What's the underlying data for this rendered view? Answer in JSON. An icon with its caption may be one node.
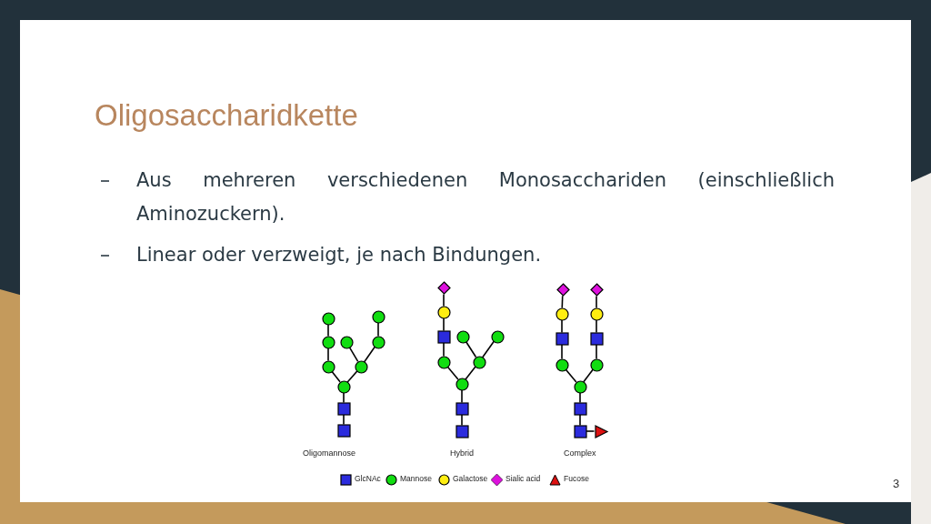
{
  "diagram": {
    "title": "Oligosaccharidkette",
    "nodes": [
      {
        "text": [],
        "shape": "box"
      },
      {
        "text": [],
        "shape": "box"
      },
      {
        "text": [],
        "shape": "circle"
      },
      {
        "text": [],
        "shape": "circle"
      },
      {
        "text": [],
        "shape": "circle"
      },
      {
        "text": [],
        "shape": "circle"
      },
      {
        "text": [],
        "shape": "circle"
      },
      {
        "text": [],
        "shape": "circle"
      },
      {
        "text": [],
        "shape": "circle"
      },
      {
        "text": [],
        "shape": "circle"
      },
      {
        "text": [],
        "shape": "box"
      },
      {
        "text": [],
        "shape": "box"
      },
      {
        "text": [],
        "shape": "circle"
      },
      {
        "text": [],
        "shape": "circle"
      },
      {
        "text": [],
        "shape": "box"
      },
      {
        "text": [],
        "shape": "circle"
      },
      {
        "text": [],
        "shape": "diamond"
      },
      {
        "text": [],
        "shape": "circle"
      },
      {
        "text": [],
        "shape": "circle"
      },
      {
        "text": [],
        "shape": "circle"
      },
      {
        "text": [],
        "shape": "box"
      },
      {
        "text": [],
        "shape": "triangle"
      },
      {
        "text": [],
        "shape": "box"
      },
      {
        "text": [],
        "shape": "circle"
      },
      {
        "text": [],
        "shape": "circle"
      },
      {
        "text": [],
        "shape": "box"
      },
      {
        "text": [],
        "shape": "circle"
      },
      {
        "text": [],
        "shape": "diamond"
      },
      {
        "text": [],
        "shape": "circle"
      },
      {
        "text": [],
        "shape": "box"
      },
      {
        "text": [],
        "shape": "circle"
      },
      {
        "text": [],
        "shape": "diamond"
      }
    ],
    "edges": [
      {
        "from": 0,
        "to": 1,
        "arrow": "none"
      },
      {
        "from": 1,
        "to": 2,
        "arrow": "none"
      },
      {
        "from": 2,
        "to": 3,
        "arrow": "none"
      },
      {
        "from": 3,
        "to": 4,
        "arrow": "none"
      },
      {
        "from": 4,
        "to": 5,
        "arrow": "none"
      },
      {
        "from": 2,
        "to": 6,
        "arrow": "none"
      },
      {
        "from": 6,
        "to": 7,
        "arrow": "none"
      },
      {
        "from": 6,
        "to": 8,
        "arrow": "none"
      },
      {
        "from": 8,
        "to": 9,
        "arrow": "none"
      },
      {
        "from": 10,
        "to": 11,
        "arrow": "none"
      },
      {
        "from": 11,
        "to": 12,
        "arrow": "none"
      },
      {
        "from": 12,
        "to": 13,
        "arrow": "none"
      },
      {
        "from": 13,
        "to": 14,
        "arrow": "none"
      },
      {
        "from": 14,
        "to": 15,
        "arrow": "none"
      },
      {
        "from": 15,
        "to": 16,
        "arrow": "none"
      },
      {
        "from": 12,
        "to": 17,
        "arrow": "none"
      },
      {
        "from": 17,
        "to": 18,
        "arrow": "none"
      },
      {
        "from": 17,
        "to": 19,
        "arrow": "none"
      },
      {
        "from": 20,
        "to": 21,
        "arrow": "none"
      },
      {
        "from": 20,
        "to": 22,
        "arrow": "none"
      },
      {
        "from": 22,
        "to": 23,
        "arrow": "none"
      },
      {
        "from": 23,
        "to": 24,
        "arrow": "none"
      },
      {
        "from": 24,
        "to": 25,
        "arrow": "none"
      },
      {
        "from": 25,
        "to": 26,
        "arrow": "none"
      },
      {
        "from": 26,
        "to": 27,
        "arrow": "none"
      },
      {
        "from": 23,
        "to": 28,
        "arrow": "none"
      },
      {
        "from": 28,
        "to": 29,
        "arrow": "none"
      },
      {
        "from": 29,
        "to": 30,
        "arrow": "none"
      },
      {
        "from": 30,
        "to": 31,
        "arrow": "none"
      }
    ],
    "labels": [
      "Aus mehreren verschiedenen Monosacchariden (einschließlich Aminozuckern).",
      "Linear oder verzweigt, je nach Bindungen.",
      "Oligomannose",
      "Hybrid",
      "Complex",
      "3"
    ],
    "legend": [
      {
        "text": "GlcNAc",
        "color": "#2b2bdd"
      },
      {
        "text": "Mannose",
        "color": "#11dd11"
      },
      {
        "text": "Galactose",
        "color": "#ffee11"
      },
      {
        "text": "Sialic acid",
        "color": "#dd11dd"
      },
      {
        "text": "Fucose",
        "color": "#dd1111"
      }
    ]
  }
}
